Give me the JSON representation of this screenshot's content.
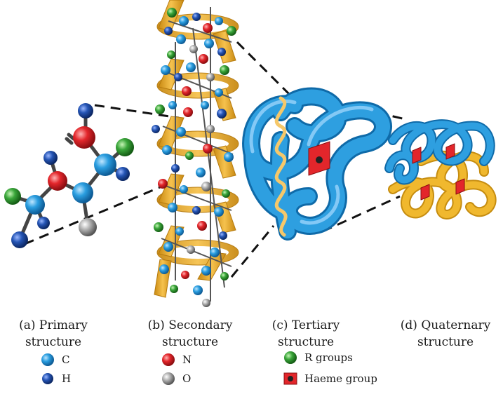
{
  "captions": {
    "a_line1": "(a) Primary",
    "a_line2": "structure",
    "b_line1": "(b) Secondary",
    "b_line2": "structure",
    "c_line1": "(c) Tertiary",
    "c_line2": "structure",
    "d_line1": "(d) Quaternary",
    "d_line2": "structure"
  },
  "legend": {
    "carbon": "C",
    "hydrogen": "H",
    "nitrogen": "N",
    "oxygen": "O",
    "r_groups": "R groups",
    "haeme": "Haeme group"
  },
  "colors": {
    "carbon": "#2196d6",
    "hydrogen": "#1f4fa8",
    "nitrogen": "#e3262b",
    "oxygen": "#a8a8a8",
    "r_group": "#3aa63a",
    "haeme": "#e3262b",
    "helix_ribbon": "#f2b53a",
    "tertiary_chain": "#2e9fe0",
    "quaternary_gold": "#f0b82e"
  }
}
